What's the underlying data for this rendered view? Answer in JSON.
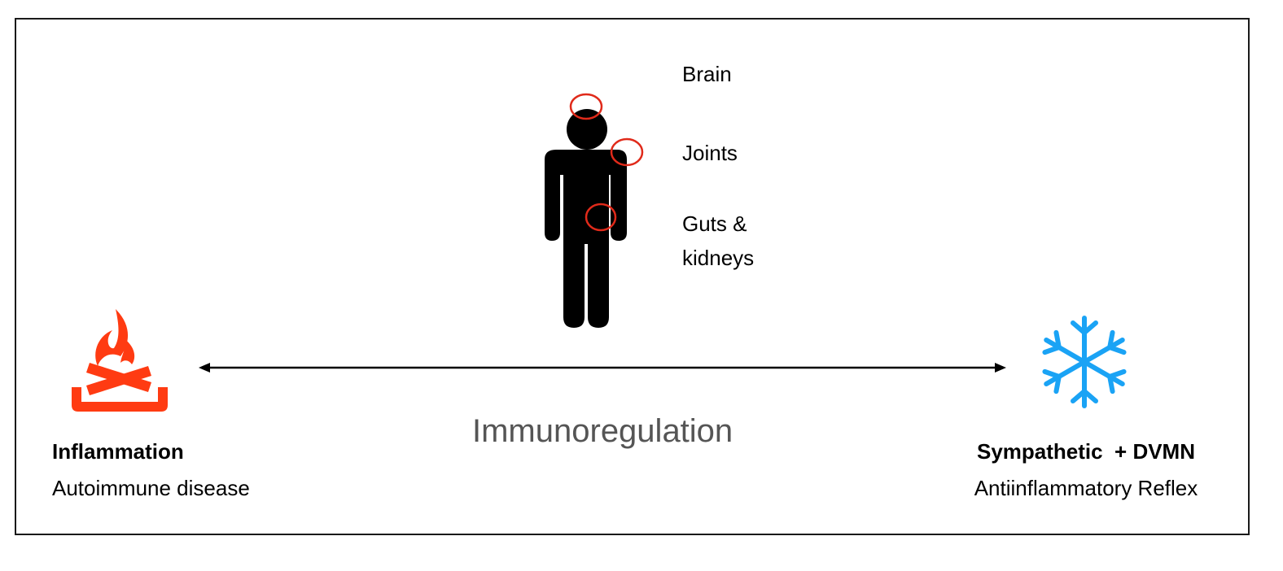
{
  "organs": {
    "brain": "Brain",
    "joints": "Joints",
    "guts_line1": "Guts &",
    "guts_line2": "kidneys"
  },
  "left": {
    "title": "Inflammation",
    "subtitle": "Autoimmune disease",
    "icon": "campfire-icon",
    "color": "#ff3b12"
  },
  "right": {
    "title": "Sympathetic  + DVMN",
    "subtitle": "Antiinflammatory Reflex",
    "icon": "snowflake-icon",
    "color": "#1aa3f5"
  },
  "center": {
    "title": "Immunoregulation",
    "figure_icon": "person-icon",
    "marker_color": "#e02a1a"
  }
}
